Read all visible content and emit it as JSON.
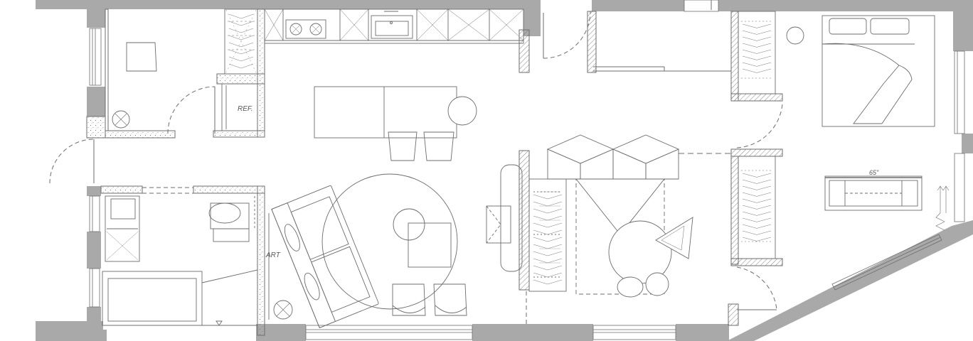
{
  "plan": {
    "labels": {
      "ref": "REF.",
      "art": "ART",
      "tv": "65\""
    }
  },
  "colors": {
    "wall": "#a9a9a9",
    "line": "#6d6d6d",
    "dash": "#8a8a8a",
    "hatch": "#777777"
  }
}
